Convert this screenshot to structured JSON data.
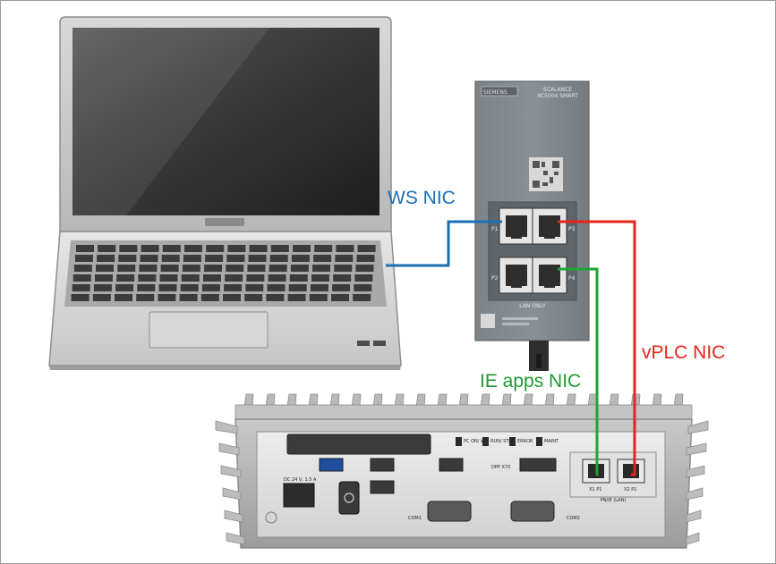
{
  "labels": {
    "ws_nic": "WS NIC",
    "ie_apps_nic": "IE apps NIC",
    "vplc_nic": "vPLC NIC"
  },
  "switch": {
    "brand": "SIEMENS",
    "product_line": "SCALANCE",
    "model": "XC5004 SMART",
    "port_labels": [
      "P1",
      "P2",
      "P3",
      "P4"
    ],
    "footer": "LAN ONLY"
  },
  "ipc": {
    "port_labels": [
      "X1 P1",
      "X2 P1"
    ],
    "profinet": "PN/IE (LAN)",
    "com1": "COM1",
    "com2": "COM2",
    "power": "DC 24 V, 1.5 A",
    "dvi": "DPP X70",
    "led_labels": [
      "PC ON/ WD",
      "RUN/ STOP",
      "ERROR",
      "MAINT"
    ]
  },
  "colors": {
    "ws_cable": "#1a6fb5",
    "ie_cable": "#1ea535",
    "vplc_cable": "#e5231b",
    "ws_label": "#1a6fb5",
    "ie_label": "#1e9a30",
    "vplc_label": "#e5231b"
  }
}
